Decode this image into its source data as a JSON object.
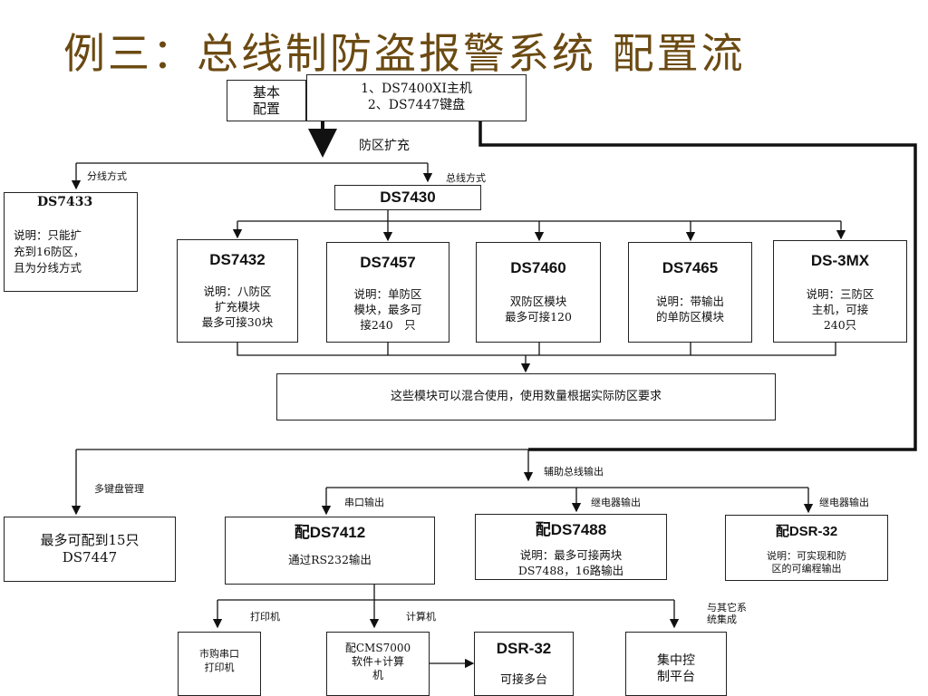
{
  "title": "例三：总线制防盗报警系统 配置流",
  "basic": {
    "label": "基本\n配置",
    "items": "1、DS7400XI主机\n2、DS7447键盘"
  },
  "labels": {
    "expand": "防区扩充",
    "branch_mode": "分线方式",
    "bus_mode": "总线方式",
    "multi_keyboard": "多键盘管理",
    "aux_bus": "辅助总线输出",
    "serial_out": "串口输出",
    "relay_out_1": "继电器输出",
    "relay_out_2": "继电器输出",
    "printer": "打印机",
    "computer": "计算机",
    "integrate": "与其它系\n统集成"
  },
  "ds7433": {
    "title": "DS7433",
    "desc": "说明：只能扩\n充到16防区，\n且为分线方式"
  },
  "ds7430": {
    "title": "DS7430"
  },
  "modules": [
    {
      "title": "DS7432",
      "desc": "说明：八防区\n扩充模块\n最多可接30块"
    },
    {
      "title": "DS7457",
      "desc": "说明：单防区\n模块，最多可\n接240　只"
    },
    {
      "title": "DS7460",
      "desc": "双防区模块\n最多可接120"
    },
    {
      "title": "DS7465",
      "desc": "说明：带输出\n的单防区模块"
    },
    {
      "title": "DS-3MX",
      "desc": "说明：三防区\n主机，可接\n240只"
    }
  ],
  "mix_note": "这些模块可以混合使用，使用数量根据实际防区要求",
  "keyboard_box": "最多可配到15只\nDS7447",
  "ds7412": {
    "title": "配DS7412",
    "desc": "通过RS232输出"
  },
  "ds7488": {
    "title": "配DS7488",
    "desc": "说明：最多可接两块\nDS7488，16路输出"
  },
  "dsr32_relay": {
    "title": "配DSR-32",
    "desc": "说明：可实现和防\n区的可编程输出"
  },
  "printer_box": "市购串口\n打印机",
  "cms_box": "配CMS7000\n软件+计算\n机",
  "dsr32_box": {
    "title": "DSR-32",
    "desc": "可接多台"
  },
  "control_box": "集中控\n制平台"
}
